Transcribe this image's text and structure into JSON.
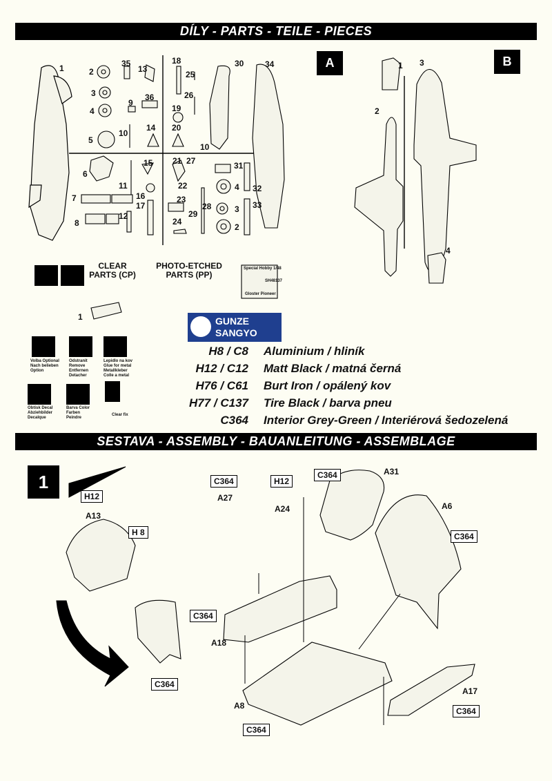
{
  "header": {
    "parts_title": "DÍLY - PARTS - TEILE - PIECES",
    "assembly_title": "SESTAVA - ASSEMBLY - BAUANLEITUNG - ASSEMBLAGE"
  },
  "sprues": {
    "a_label": "A",
    "b_label": "B"
  },
  "part_numbers_a": [
    "1",
    "2",
    "3",
    "4",
    "5",
    "35",
    "13",
    "9",
    "36",
    "10",
    "14",
    "6",
    "15",
    "11",
    "16",
    "7",
    "8",
    "12",
    "17",
    "18",
    "25",
    "26",
    "19",
    "20",
    "10",
    "30",
    "34",
    "21",
    "27",
    "22",
    "23",
    "24",
    "28",
    "29",
    "4",
    "3",
    "2",
    "31",
    "32",
    "33"
  ],
  "part_numbers_b": [
    "1",
    "2",
    "3",
    "4"
  ],
  "legend": {
    "clear_parts": "CLEAR PARTS (CP)",
    "pe_parts": "PHOTO-ETCHED PARTS (PP)",
    "pe_sheet": [
      "Special Hobby 1/48",
      "Gloster Pioneer",
      "SH48137"
    ],
    "clear_part_number": "1"
  },
  "symbols": [
    {
      "icon": "question-icon",
      "text": "Volba Optional Nach belieben Option"
    },
    {
      "icon": "remove-icon",
      "text": "Odstranit Remove Entfernen Detacher"
    },
    {
      "icon": "glue-metal-icon",
      "text": "Lepidlo na kov Glue for metal Metallkleber Colle a metal"
    },
    {
      "icon": "decal-icon",
      "text": "Obtisk Decal Abziehbilder Decalque"
    },
    {
      "icon": "paint-icon",
      "text": "Barva Color Farben Peindre"
    },
    {
      "icon": "clear-fix-icon",
      "text": "Clear fix"
    }
  ],
  "brand": {
    "line1": "GUNZE",
    "line2": "SANGYO"
  },
  "paints": [
    {
      "code": "H8 / C8",
      "name": "Aluminium / hliník"
    },
    {
      "code": "H12 / C12",
      "name": "Matt Black / matná černá"
    },
    {
      "code": "H76 / C61",
      "name": "Burt Iron / opálený kov"
    },
    {
      "code": "H77 / C137",
      "name": "Tire Black / barva pneu"
    },
    {
      "code": "C364",
      "name": "Interior Grey-Green / Interiérová šedozelená"
    }
  ],
  "assembly": {
    "step": "1",
    "labels": {
      "h12_a": "H12",
      "a13": "A13",
      "h8": "H 8",
      "c364_a27": "C364",
      "a27": "A27",
      "h12_a24": "H12",
      "a24": "A24",
      "c364_a31": "C364",
      "a31": "A31",
      "a6": "A6",
      "c364_a6": "C364",
      "c364_a18": "C364",
      "a18": "A18",
      "c364_front": "C364",
      "a8": "A8",
      "c364_floor": "C364",
      "a17": "A17",
      "c364_a17": "C364"
    }
  },
  "colors": {
    "band": "#000000",
    "background": "#fdfdf3",
    "brand_blue": "#1f3f8f"
  }
}
